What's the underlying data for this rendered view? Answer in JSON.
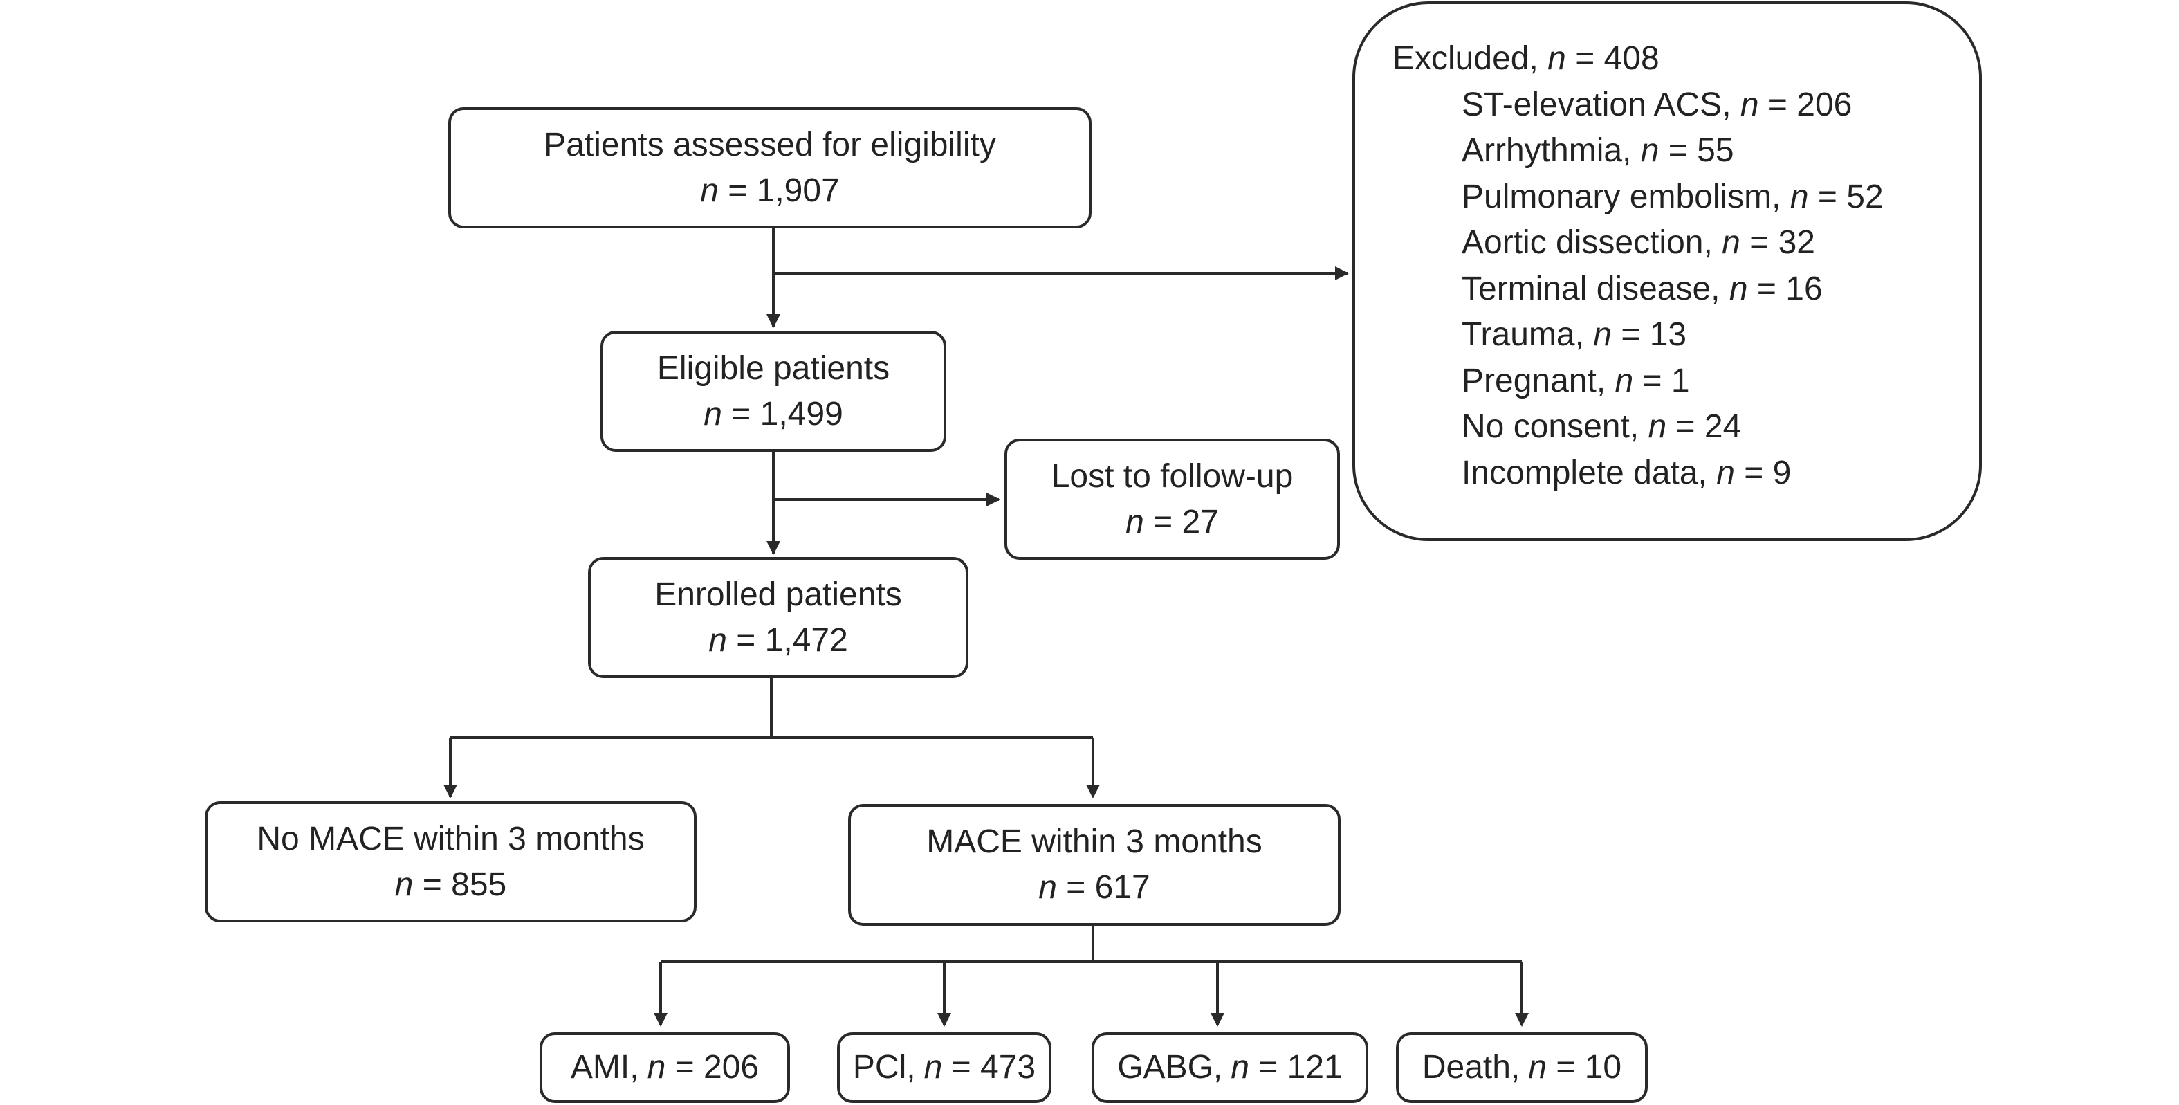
{
  "diagram": {
    "assessed": {
      "label": "Patients assessed for eligibility",
      "n_prefix": "n",
      "n_value": "= 1,907"
    },
    "eligible": {
      "label": "Eligible patients",
      "n_prefix": "n",
      "n_value": "= 1,499"
    },
    "lost": {
      "label": "Lost to follow-up",
      "n_prefix": "n",
      "n_value": "= 27"
    },
    "enrolled": {
      "label": "Enrolled patients",
      "n_prefix": "n",
      "n_value": "= 1,472"
    },
    "no_mace": {
      "label": "No MACE within 3 months",
      "n_prefix": "n",
      "n_value": "= 855"
    },
    "mace": {
      "label": "MACE within 3 months",
      "n_prefix": "n",
      "n_value": "= 617"
    },
    "ami": {
      "label": "AMI,",
      "n_prefix": "n",
      "n_value": "= 206"
    },
    "pci": {
      "label": "PCl,",
      "n_prefix": "n",
      "n_value": "= 473"
    },
    "gabg": {
      "label": "GABG,",
      "n_prefix": "n",
      "n_value": "= 121"
    },
    "death": {
      "label": "Death,",
      "n_prefix": "n",
      "n_value": "= 10"
    },
    "excluded": {
      "title": {
        "label": "Excluded,",
        "n_prefix": "n",
        "n_value": "= 408"
      },
      "items": [
        {
          "label": "ST-elevation ACS,",
          "n_prefix": "n",
          "n_value": "= 206"
        },
        {
          "label": "Arrhythmia,",
          "n_prefix": "n",
          "n_value": "= 55"
        },
        {
          "label": "Pulmonary embolism,",
          "n_prefix": "n",
          "n_value": "= 52"
        },
        {
          "label": "Aortic dissection,",
          "n_prefix": "n",
          "n_value": "= 32"
        },
        {
          "label": "Terminal disease,",
          "n_prefix": "n",
          "n_value": "= 16"
        },
        {
          "label": "Trauma,",
          "n_prefix": "n",
          "n_value": "= 13"
        },
        {
          "label": "Pregnant,",
          "n_prefix": "n",
          "n_value": "= 1"
        },
        {
          "label": "No consent,",
          "n_prefix": "n",
          "n_value": "= 24"
        },
        {
          "label": "Incomplete data,",
          "n_prefix": "n",
          "n_value": "= 9"
        }
      ]
    }
  }
}
